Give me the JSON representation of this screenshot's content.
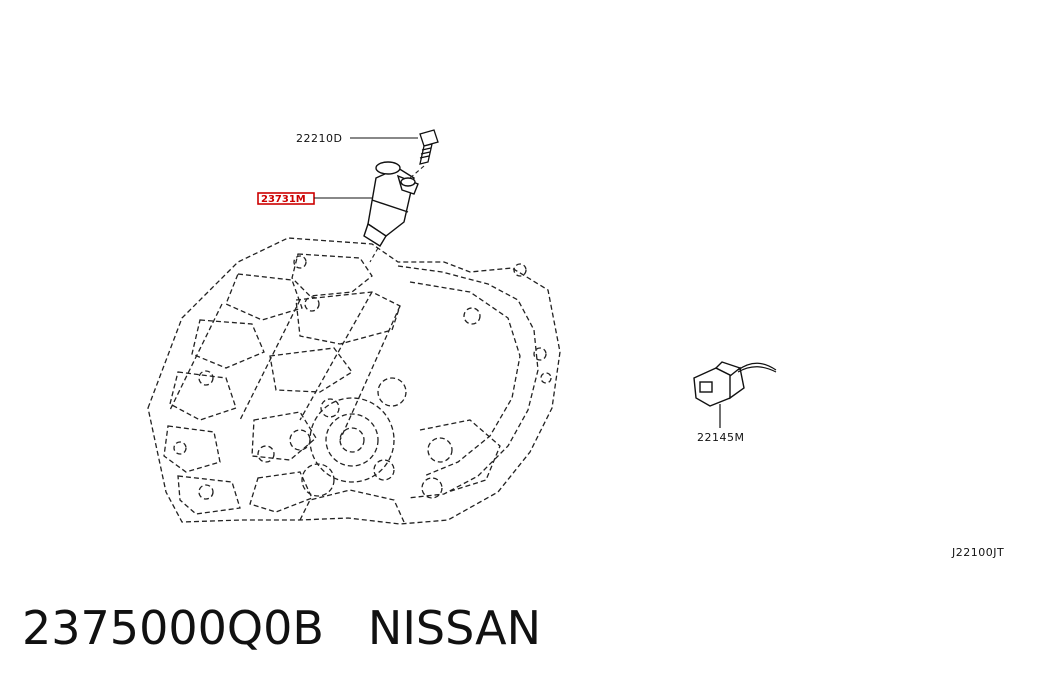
{
  "parts": {
    "bolt_label": "22210D",
    "highlighted_label": "23731M",
    "sensor_label": "22145M",
    "diagram_code": "J22100JT"
  },
  "caption": {
    "part_number": "2375000Q0B",
    "brand": "NISSAN"
  },
  "colors": {
    "highlight": "#cc0000",
    "line": "#222222"
  }
}
